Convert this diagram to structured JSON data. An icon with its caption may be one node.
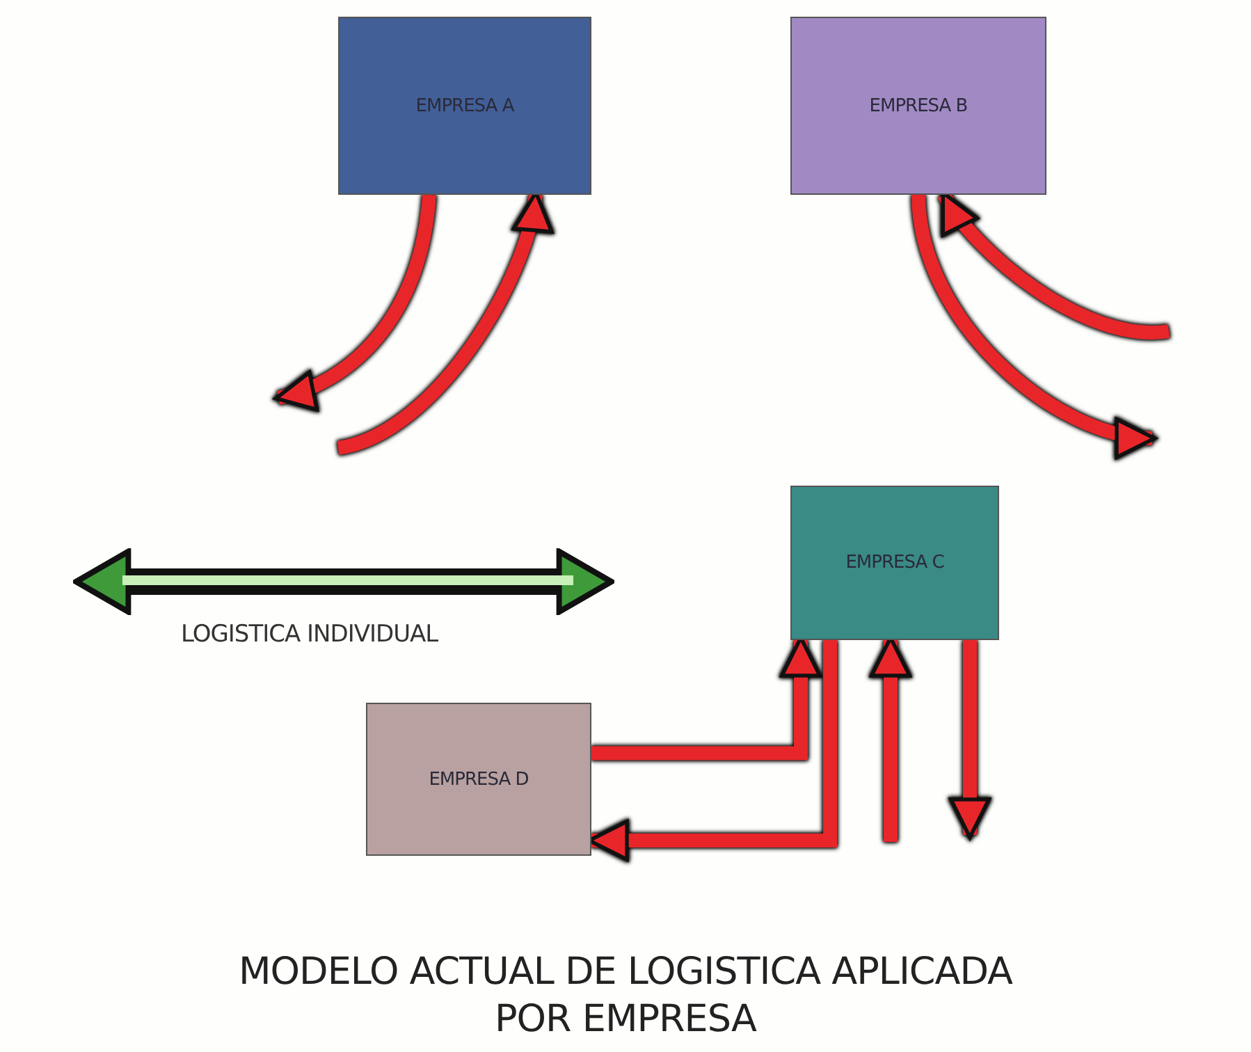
{
  "diagram": {
    "caption": "MODELO ACTUAL DE LOGISTICA APLICADA POR EMPRESA",
    "nodes": [
      {
        "text": [
          "EMPRESA A"
        ]
      },
      {
        "text": [
          "EMPRESA B"
        ]
      },
      {
        "text": [
          "EMPRESA C"
        ]
      },
      {
        "text": [
          "EMPRESA D"
        ]
      }
    ],
    "edges": [
      {
        "from": 0,
        "to": null,
        "arrow": "to"
      },
      {
        "from": null,
        "to": 0,
        "arrow": "to"
      },
      {
        "from": null,
        "to": 1,
        "arrow": "to"
      },
      {
        "from": 1,
        "to": null,
        "arrow": "to"
      },
      {
        "from": 3,
        "to": 2,
        "arrow": "to"
      },
      {
        "from": 2,
        "to": 3,
        "arrow": "to"
      },
      {
        "from": null,
        "to": 2,
        "arrow": "to"
      },
      {
        "from": 2,
        "to": null,
        "arrow": "to"
      }
    ],
    "labels": [
      "LOGISTICA INDIVIDUAL"
    ]
  }
}
